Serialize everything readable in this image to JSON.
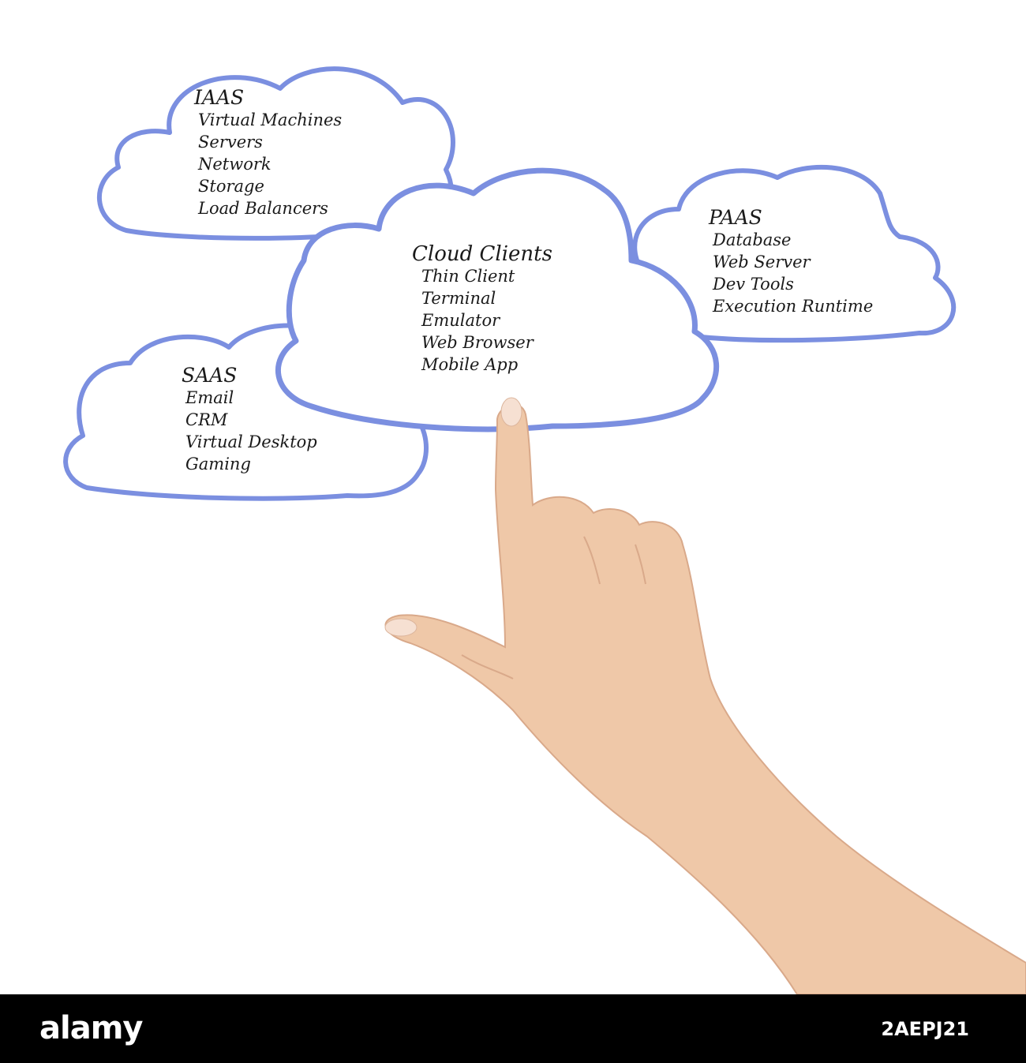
{
  "colors": {
    "cloud_outline": "#7b8fe0",
    "background": "#ffffff",
    "skin": "#efc8a8",
    "footer": "#000000"
  },
  "clouds": {
    "iaas": {
      "title": "IAAS",
      "items": [
        "Virtual Machines",
        "Servers",
        "Network",
        "Storage",
        "Load Balancers"
      ]
    },
    "paas": {
      "title": "PAAS",
      "items": [
        "Database",
        "Web Server",
        "Dev Tools",
        "Execution Runtime"
      ]
    },
    "cloud_clients": {
      "title": "Cloud Clients",
      "items": [
        "Thin Client",
        "Terminal",
        "Emulator",
        "Web Browser",
        "Mobile App"
      ]
    },
    "saas": {
      "title": "SAAS",
      "items": [
        "Email",
        "CRM",
        "Virtual Desktop",
        "Gaming"
      ]
    }
  },
  "footer": {
    "logo": "alamy",
    "image_code": "2AEPJ21"
  }
}
